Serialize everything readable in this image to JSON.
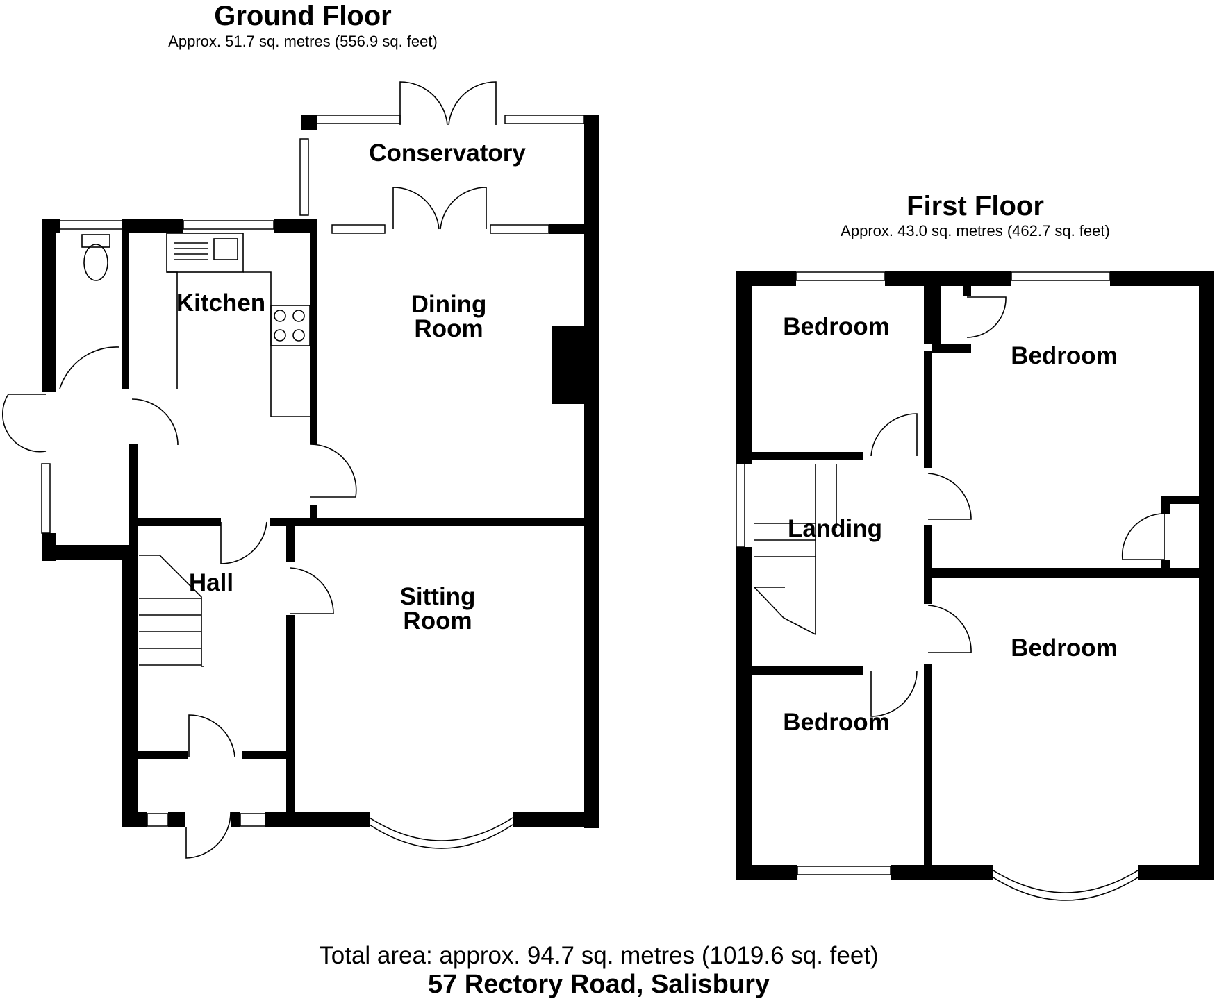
{
  "ground_floor": {
    "title": "Ground Floor",
    "area": "Approx. 51.7 sq. metres (556.9 sq. feet)",
    "rooms": {
      "conservatory": "Conservatory",
      "kitchen": "Kitchen",
      "dining_line1": "Dining",
      "dining_line2": "Room",
      "hall": "Hall",
      "sitting_line1": "Sitting",
      "sitting_line2": "Room"
    }
  },
  "first_floor": {
    "title": "First Floor",
    "area": "Approx. 43.0 sq. metres (462.7 sq. feet)",
    "rooms": {
      "bedroom_top_left": "Bedroom",
      "bedroom_top_right": "Bedroom",
      "landing": "Landing",
      "bedroom_mid_right": "Bedroom",
      "bedroom_bottom_left": "Bedroom"
    }
  },
  "footer": {
    "total_area": "Total area: approx. 94.7 sq. metres (1019.6 sq. feet)",
    "address": "57 Rectory Road, Salisbury"
  }
}
